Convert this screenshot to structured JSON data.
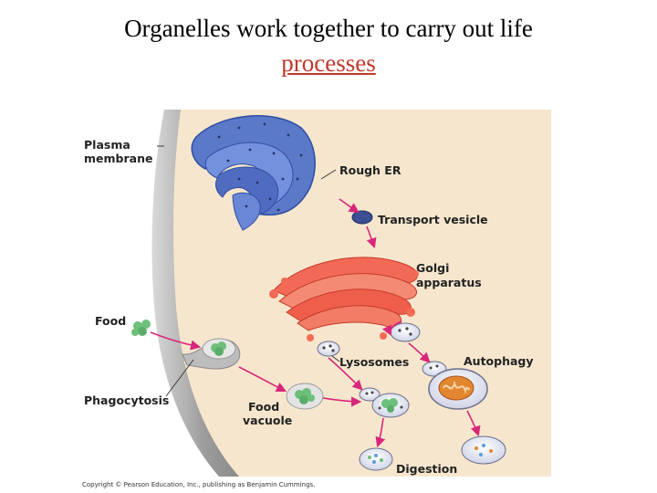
{
  "title": {
    "line1": "Organelles work together to carry out life",
    "line2": "processes"
  },
  "labels": {
    "plasma_membrane_1": "Plasma",
    "plasma_membrane_2": "membrane",
    "rough_er": "Rough ER",
    "transport_vesicle": "Transport vesicle",
    "golgi_1": "Golgi",
    "golgi_2": "apparatus",
    "food": "Food",
    "lysosomes": "Lysosomes",
    "autophagy": "Autophagy",
    "phagocytosis": "Phagocytosis",
    "food_vacuole_1": "Food",
    "food_vacuole_2": "vacuole",
    "digestion": "Digestion"
  },
  "copyright": "Copyright © Pearson Education, Inc., publishing as Benjamin Cummings.",
  "colors": {
    "cytoplasm": "#f6e6cd",
    "membrane": "#a9a9a9",
    "rough_er": "#5b79c9",
    "golgi": "#f26a55",
    "food": "#6cc07a",
    "arrow": "#d8267a",
    "title_link": "#c0392b"
  }
}
